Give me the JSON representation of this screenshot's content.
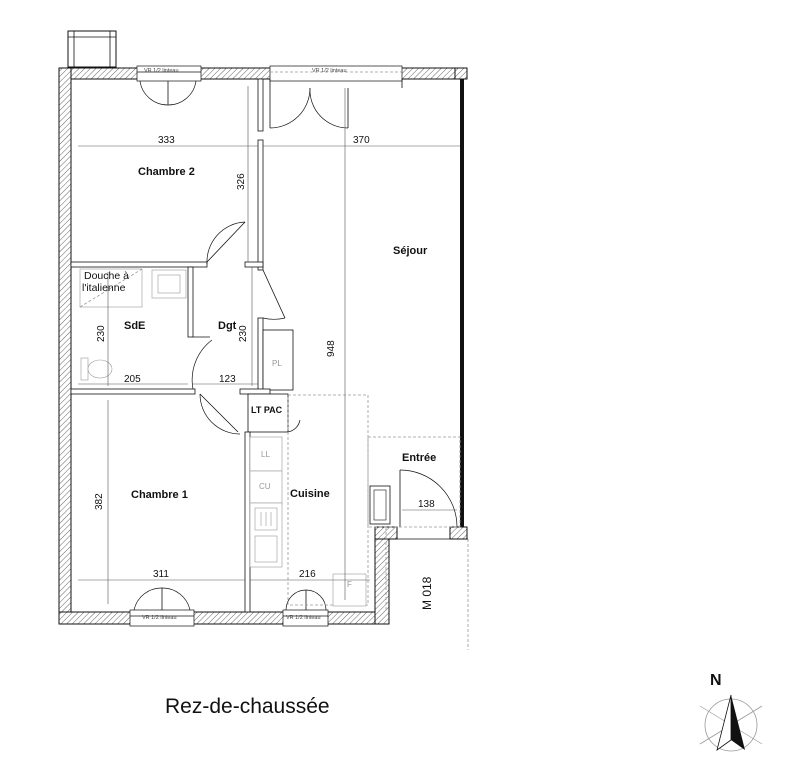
{
  "plan": {
    "floor_name": "Rez-de-chaussée",
    "north_label": "N",
    "reference": "M 018",
    "rooms": {
      "chambre2": "Chambre 2",
      "sejour": "Séjour",
      "sde": "SdE",
      "dgt": "Dgt",
      "chambre1": "Chambre 1",
      "cuisine": "Cuisine",
      "entree": "Entrée",
      "lt_pac": "LT PAC"
    },
    "fixtures": {
      "shower_line1": "Douche à",
      "shower_line2": "l'italienne",
      "pl": "PL",
      "ll": "LL",
      "cu": "CU",
      "f": "F"
    },
    "lintel_label": "VR 1/2 linteau",
    "dimensions": {
      "chambre2_width": "333",
      "sejour_width": "370",
      "chambre2_depth": "326",
      "sejour_depth": "948",
      "sde_depth": "230",
      "dgt_depth": "230",
      "sde_width": "205",
      "dgt_width": "123",
      "entree_width": "138",
      "chambre1_depth": "382",
      "chambre1_width": "311",
      "cuisine_width": "216"
    }
  }
}
